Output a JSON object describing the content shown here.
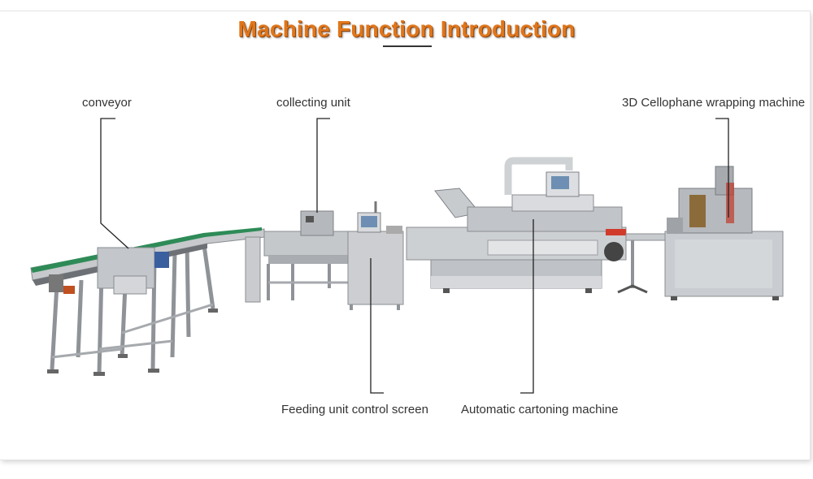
{
  "title": "Machine Function Introduction",
  "labels": {
    "conveyor": "conveyor",
    "collecting_unit": "collecting unit",
    "wrapping_machine": "3D Cellophane wrapping machine",
    "feeding_screen": "Feeding unit control screen",
    "cartoning_machine": "Automatic cartoning machine"
  },
  "colors": {
    "title": "#e0761b",
    "belt": "#2e8b57",
    "steel": "#b9bcc0",
    "leader": "#222222"
  }
}
